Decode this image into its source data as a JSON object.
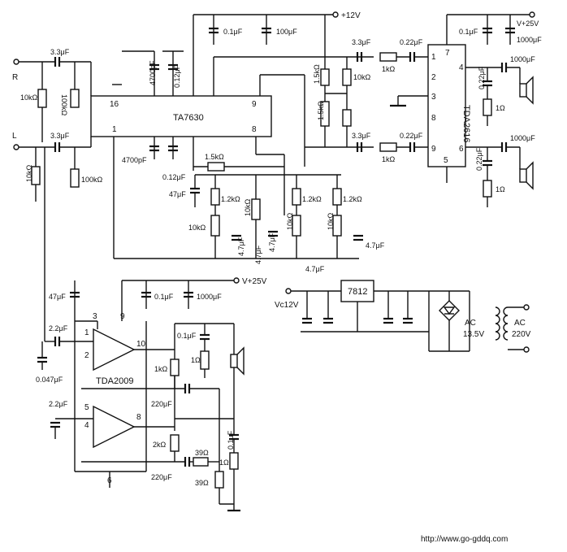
{
  "chips": {
    "ta7630": {
      "name": "TA7630",
      "pins": [
        "16",
        "1",
        "9",
        "8"
      ]
    },
    "tda2616": {
      "name": "TDA2616",
      "pins": [
        "1",
        "2",
        "3",
        "8",
        "9",
        "7",
        "4",
        "6",
        "5"
      ]
    },
    "tda2009": {
      "name": "TDA2009",
      "pins": [
        "3",
        "9",
        "1",
        "2",
        "10",
        "5",
        "4",
        "8",
        "6"
      ]
    },
    "reg": {
      "name": "7812"
    }
  },
  "inputs": {
    "r": "R",
    "l": "L"
  },
  "rails": {
    "v12": "+12V",
    "v25_top": "V+25V",
    "v25_bot": "V+25V",
    "vc12": "Vc12V",
    "ac1": "AC",
    "ac1_v": "13.5V",
    "ac2": "AC",
    "ac2_v": "220V"
  },
  "parts": {
    "c_r_in": "3.3μF",
    "r_r_10k": "10kΩ",
    "r_r_100k": "100kΩ",
    "c_l_in": "3.3μF",
    "r_l_10k": "10kΩ",
    "r_l_100k": "100kΩ",
    "c_4700a": "4700pF",
    "c_012a": "0.12μF",
    "c_4700b": "4700pF",
    "c_012b": "0.12μF",
    "c_top_01": "0.1μF",
    "c_top_100": "100μF",
    "r_15k_a": "1.5kΩ",
    "r_15k_b": "1.5kΩ",
    "r_10k_a": "10kΩ",
    "c_33_a": "3.3μF",
    "r_1k_a": "1kΩ",
    "c_022_a": "0.22μF",
    "c_33_b": "3.3μF",
    "r_1k_b": "1kΩ",
    "c_022_b": "0.22μF",
    "c_tda_01": "0.1μF",
    "c_tda_1000": "1000μF",
    "c_out_1000a": "1000μF",
    "c_zob_022a": "0.22μF",
    "r_zob_10a": "1Ω",
    "c_out_1000b": "1000μF",
    "c_zob_022b": "0.22μF",
    "r_zob_10b": "1Ω",
    "r_15k_tone": "1.5kΩ",
    "c_47_tone": "47μF",
    "r_12k_a": "1.2kΩ",
    "r_12k_b": "1.2kΩ",
    "r_12k_c": "1.2kΩ",
    "pot_10k_a": "10kΩ",
    "pot_10k_b": "10kΩ",
    "pot_10k_c": "10kΩ",
    "pot_10k_d": "10kΩ",
    "c_47u_a": "4.7μF",
    "c_47u_b": "4.7μF",
    "c_47u_c": "4.7μF",
    "c_47u_d": "4.7μF",
    "c_47u_e": "4.7μF",
    "c_47_sub": "47μF",
    "c_sub_01": "0.1μF",
    "c_sub_1000": "1000μF",
    "c_sub_in": "2.2μF",
    "c_sub_0047": "0.047μF",
    "c_sub_01b": "0.1μF",
    "r_sub_1": "1Ω",
    "r_sub_1k": "1kΩ",
    "c_220_a": "220μF",
    "c_sub_22b": "2.2μF",
    "r_sub_2k": "2kΩ",
    "r_sub_39a": "39Ω",
    "r_sub_39b": "39Ω",
    "c_sub_01c": "0.1μF",
    "r_sub_1b": "1Ω",
    "c_220_b": "220μF"
  },
  "footer": {
    "url": "http://www.go-gddq.com"
  }
}
